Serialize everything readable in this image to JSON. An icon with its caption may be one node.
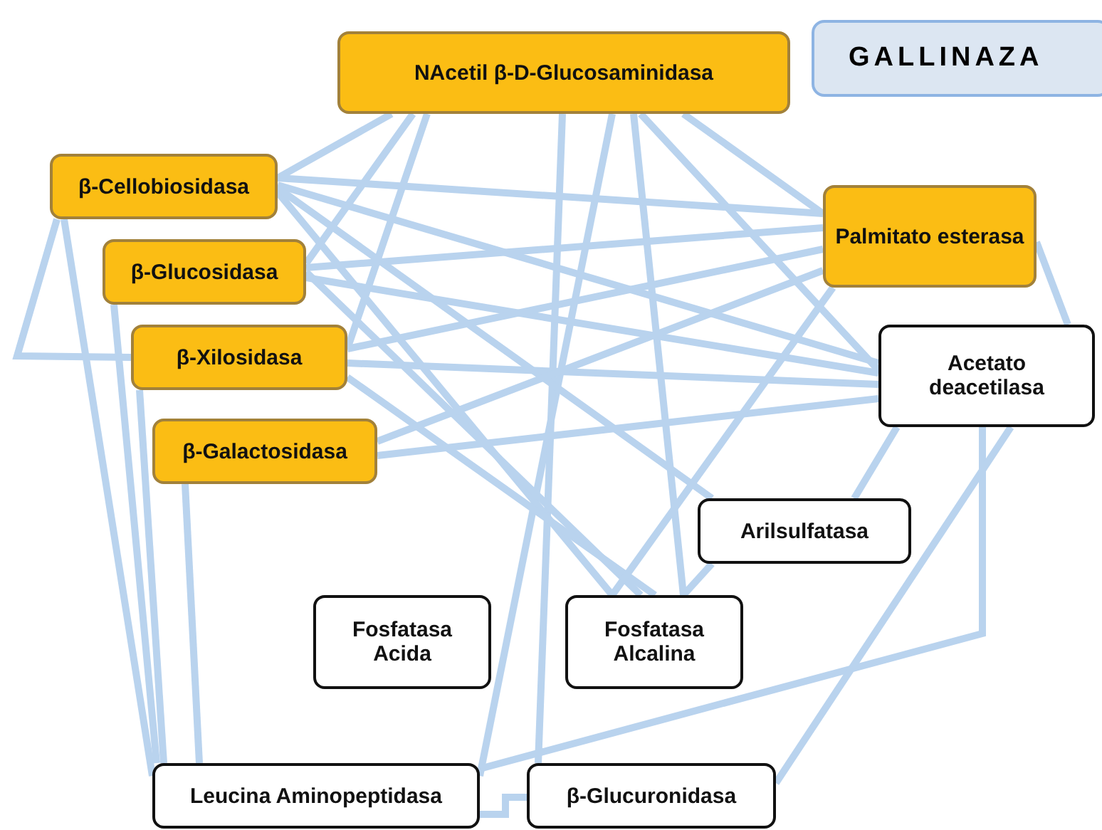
{
  "diagram": {
    "title": "GALLINAZA",
    "nodes": [
      {
        "text": [
          "NAcetil  β-D-Glucosaminidasa"
        ]
      },
      {
        "text": [
          "β-Cellobiosidasa"
        ]
      },
      {
        "text": [
          "β-Glucosidasa"
        ]
      },
      {
        "text": [
          "β-Xilosidasa"
        ]
      },
      {
        "text": [
          "β-Galactosidasa"
        ]
      },
      {
        "text": [
          "Palmitato esterasa"
        ]
      },
      {
        "text": [
          "Acetato deacetilasa"
        ]
      },
      {
        "text": [
          "Arilsulfatasa"
        ]
      },
      {
        "text": [
          "Fosfatasa Acida"
        ]
      },
      {
        "text": [
          "Fosfatasa Alcalina"
        ]
      },
      {
        "text": [
          "Leucina Aminopeptidasa"
        ]
      },
      {
        "text": [
          "β-Glucuronidasa"
        ]
      }
    ],
    "edges": [
      {
        "from": 0,
        "to": 1,
        "arrow": "none"
      },
      {
        "from": 0,
        "to": 2,
        "arrow": "none"
      },
      {
        "from": 0,
        "to": 3,
        "arrow": "none"
      },
      {
        "from": 0,
        "to": 5,
        "arrow": "none"
      },
      {
        "from": 0,
        "to": 6,
        "arrow": "none"
      },
      {
        "from": 0,
        "to": 9,
        "arrow": "none"
      },
      {
        "from": 0,
        "to": 10,
        "arrow": "none"
      },
      {
        "from": 0,
        "to": 11,
        "arrow": "none"
      },
      {
        "from": 1,
        "to": 5,
        "arrow": "none"
      },
      {
        "from": 1,
        "to": 6,
        "arrow": "none"
      },
      {
        "from": 1,
        "to": 9,
        "arrow": "none"
      },
      {
        "from": 1,
        "to": 7,
        "arrow": "none"
      },
      {
        "from": 1,
        "to": 3,
        "arrow": "none"
      },
      {
        "from": 1,
        "to": 10,
        "arrow": "none"
      },
      {
        "from": 2,
        "to": 5,
        "arrow": "none"
      },
      {
        "from": 2,
        "to": 6,
        "arrow": "none"
      },
      {
        "from": 2,
        "to": 9,
        "arrow": "none"
      },
      {
        "from": 2,
        "to": 10,
        "arrow": "none"
      },
      {
        "from": 3,
        "to": 5,
        "arrow": "none"
      },
      {
        "from": 3,
        "to": 6,
        "arrow": "none"
      },
      {
        "from": 3,
        "to": 9,
        "arrow": "none"
      },
      {
        "from": 3,
        "to": 10,
        "arrow": "none"
      },
      {
        "from": 4,
        "to": 5,
        "arrow": "none"
      },
      {
        "from": 4,
        "to": 6,
        "arrow": "none"
      },
      {
        "from": 4,
        "to": 10,
        "arrow": "none"
      },
      {
        "from": 5,
        "to": 6,
        "arrow": "none"
      },
      {
        "from": 5,
        "to": 9,
        "arrow": "none"
      },
      {
        "from": 6,
        "to": 7,
        "arrow": "none"
      },
      {
        "from": 6,
        "to": 10,
        "arrow": "none"
      },
      {
        "from": 6,
        "to": 11,
        "arrow": "none"
      },
      {
        "from": 7,
        "to": 9,
        "arrow": "none"
      },
      {
        "from": 10,
        "to": 11,
        "arrow": "none"
      }
    ]
  }
}
